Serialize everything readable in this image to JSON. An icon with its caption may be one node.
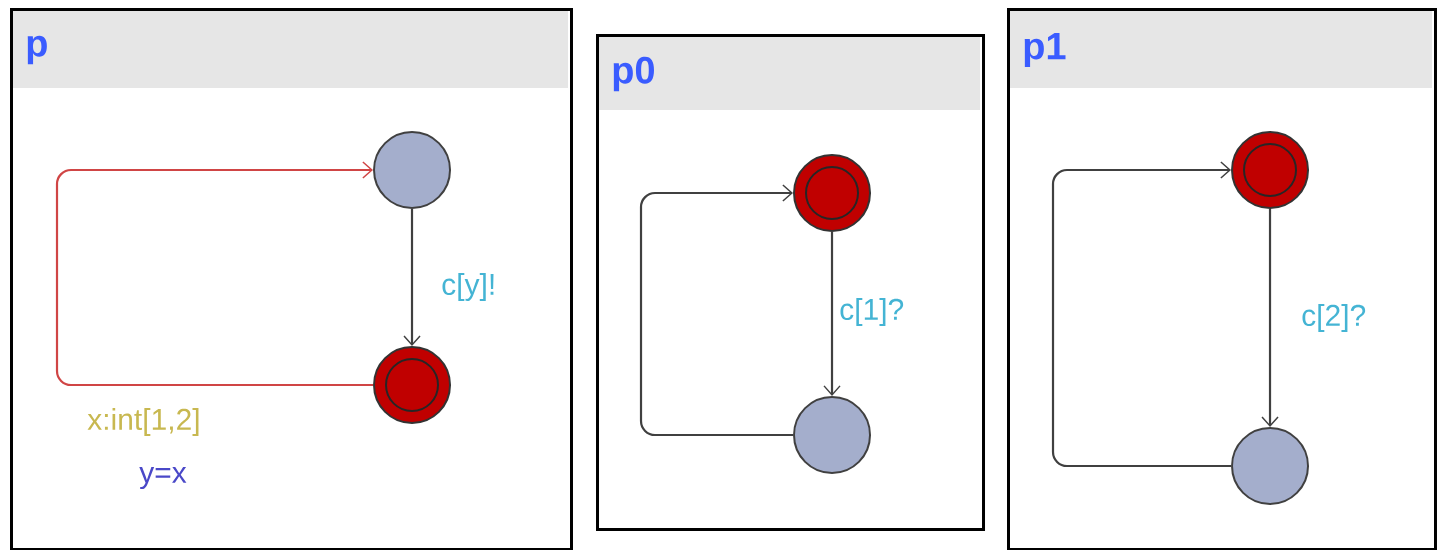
{
  "diagram": {
    "nodes": [
      {
        "text": [
          "p"
        ]
      },
      {
        "text": [],
        "shape": "circle",
        "in": 0
      },
      {
        "text": [],
        "shape": "target",
        "in": 0
      },
      {
        "text": [
          "p0"
        ]
      },
      {
        "text": [],
        "shape": "target",
        "in": 3
      },
      {
        "text": [],
        "shape": "circle",
        "in": 3
      },
      {
        "text": [
          "p1"
        ]
      },
      {
        "text": [],
        "shape": "target",
        "in": 6
      },
      {
        "text": [],
        "shape": "circle",
        "in": 6
      }
    ],
    "edges": [
      {
        "from": 1,
        "to": 2,
        "arrow": "to",
        "label": "c[y]!"
      },
      {
        "from": 2,
        "to": 1,
        "arrow": "to",
        "label": "x:int[1,2]",
        "color": "#d04545"
      },
      {
        "from": 4,
        "to": 5,
        "arrow": "to",
        "label": "c[1]?"
      },
      {
        "from": 5,
        "to": 4,
        "arrow": "to"
      },
      {
        "from": 7,
        "to": 8,
        "arrow": "to",
        "label": "c[2]?"
      },
      {
        "from": 8,
        "to": 7,
        "arrow": "to"
      }
    ],
    "labels": [
      "y=x"
    ]
  }
}
